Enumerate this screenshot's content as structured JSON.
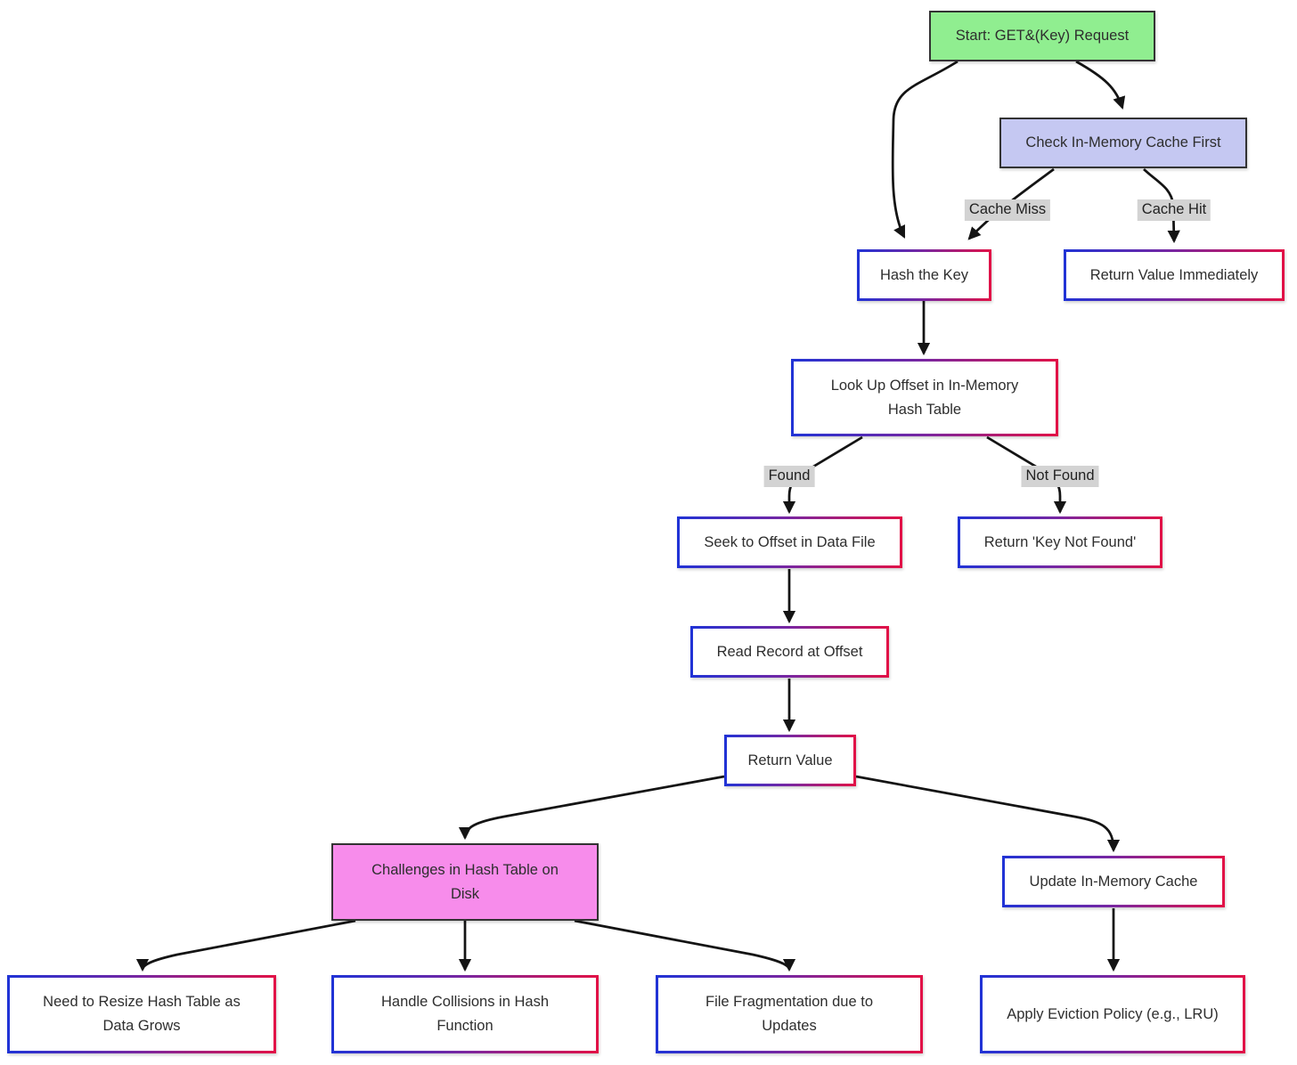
{
  "diagram": {
    "type": "flowchart",
    "direction": "top-down",
    "nodes": {
      "start": {
        "label": "Start: GET&(Key) Request",
        "style": "green-fill"
      },
      "check": {
        "label": "Check In-Memory Cache First",
        "style": "lavender-fill"
      },
      "hash": {
        "label": "Hash the Key",
        "style": "gradient-border"
      },
      "return_immediately": {
        "label": "Return Value Immediately",
        "style": "gradient-border"
      },
      "lookup": {
        "label": "Look Up Offset in In-Memory Hash Table",
        "style": "gradient-border"
      },
      "seek": {
        "label": "Seek to Offset in Data File",
        "style": "gradient-border"
      },
      "key_not_found": {
        "label": "Return 'Key Not Found'",
        "style": "gradient-border"
      },
      "read": {
        "label": "Read Record at Offset",
        "style": "gradient-border"
      },
      "return_value": {
        "label": "Return Value",
        "style": "gradient-border"
      },
      "challenges": {
        "label": "Challenges in Hash Table on Disk",
        "style": "violet-fill"
      },
      "update_cache": {
        "label": "Update In-Memory Cache",
        "style": "gradient-border"
      },
      "resize": {
        "label": "Need to Resize Hash Table as Data Grows",
        "style": "gradient-border"
      },
      "collisions": {
        "label": "Handle Collisions in Hash Function",
        "style": "gradient-border"
      },
      "fragmentation": {
        "label": "File Fragmentation due to Updates",
        "style": "gradient-border"
      },
      "eviction": {
        "label": "Apply Eviction Policy (e.g., LRU)",
        "style": "gradient-border"
      }
    },
    "edge_labels": {
      "cache_miss": "Cache Miss",
      "cache_hit": "Cache Hit",
      "found": "Found",
      "not_found": "Not Found"
    },
    "edges": [
      {
        "from": "start",
        "to": "hash",
        "label": ""
      },
      {
        "from": "start",
        "to": "check",
        "label": ""
      },
      {
        "from": "check",
        "to": "hash",
        "label": "Cache Miss"
      },
      {
        "from": "check",
        "to": "return_immediately",
        "label": "Cache Hit"
      },
      {
        "from": "hash",
        "to": "lookup",
        "label": ""
      },
      {
        "from": "lookup",
        "to": "seek",
        "label": "Found"
      },
      {
        "from": "lookup",
        "to": "key_not_found",
        "label": "Not Found"
      },
      {
        "from": "seek",
        "to": "read",
        "label": ""
      },
      {
        "from": "read",
        "to": "return_value",
        "label": ""
      },
      {
        "from": "return_value",
        "to": "challenges",
        "label": ""
      },
      {
        "from": "return_value",
        "to": "update_cache",
        "label": ""
      },
      {
        "from": "challenges",
        "to": "resize",
        "label": ""
      },
      {
        "from": "challenges",
        "to": "collisions",
        "label": ""
      },
      {
        "from": "challenges",
        "to": "fragmentation",
        "label": ""
      },
      {
        "from": "update_cache",
        "to": "eviction",
        "label": ""
      }
    ],
    "colors": {
      "start_fill": "#90ee90",
      "cache_fill": "#c5c8f2",
      "challenges_fill": "#f78ceb",
      "border_gradient_left_blue": "#2033d6",
      "border_gradient_mid_purple": "#7a26a0",
      "border_gradient_right_red": "#e21146",
      "solid_border": "#333333",
      "edge_stroke": "#141414",
      "edge_label_bg": "#d3d3d3",
      "background": "#ffffff"
    }
  }
}
